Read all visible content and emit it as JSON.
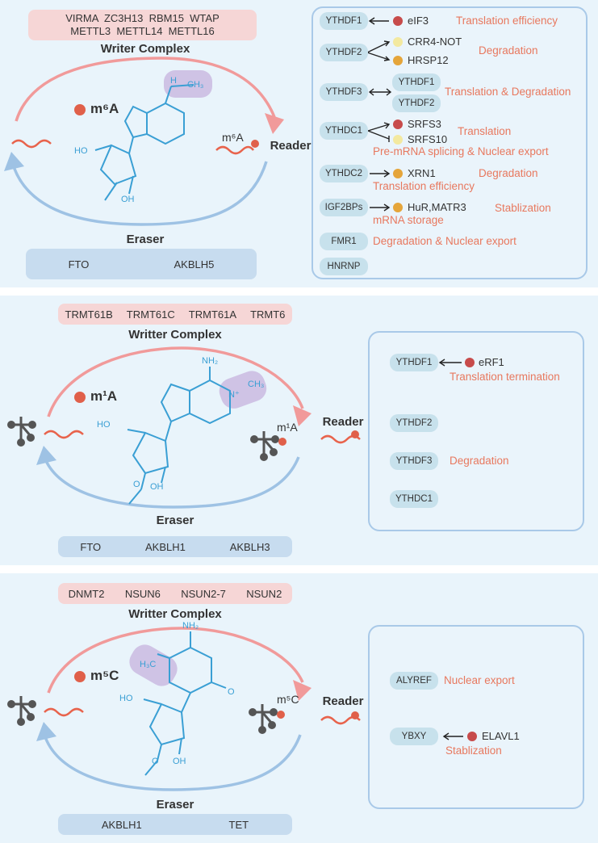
{
  "colors": {
    "writer": "#f6d6d6",
    "eraser": "#c7dcef",
    "reader_border": "#a9c9e8",
    "function_text": "#e8785e",
    "structure": "#3a9fd4",
    "arc_red": "#f19a9a",
    "arc_blue": "#9ec2e4"
  },
  "panels": [
    {
      "id": "m6a",
      "writer_enzymes_row1": "VIRMA  ZC3H13  RBM15  WTAP",
      "writer_enzymes_row2": "METTL3  METTL14  METTL16",
      "writer_label": "Writer Complex",
      "modification": "m⁶A",
      "modified_rna_label": "m⁶A",
      "reader_label": "Reader",
      "eraser_label": "Eraser",
      "eraser_enzymes": [
        "FTO",
        "AKBLH5"
      ],
      "structure_labels": {
        "h": "H",
        "ch3": "CH₃",
        "ho": "HO",
        "oh": "OH"
      },
      "readers": [
        {
          "name": "YTHDF1",
          "partners": [
            "eIF3"
          ],
          "function": "Translation efficiency"
        },
        {
          "name": "YTHDF2",
          "partners": [
            "CRR4-NOT",
            "HRSP12"
          ],
          "function": "Degradation"
        },
        {
          "name": "YTHDF3",
          "partners": [
            "YTHDF1",
            "YTHDF2"
          ],
          "function": "Translation & Degradation"
        },
        {
          "name": "YTHDC1",
          "partners": [
            "SRFS3",
            "SRFS10"
          ],
          "function": "Translation",
          "function2": "Pre-mRNA splicing & Nuclear export"
        },
        {
          "name": "YTHDC2",
          "partners": [
            "XRN1"
          ],
          "function": "Degradation",
          "function2": "Translation efficiency"
        },
        {
          "name": "IGF2BPs",
          "partners": [
            "HuR,MATR3"
          ],
          "function": "Stablization",
          "function2": "mRNA storage"
        },
        {
          "name": "FMR1",
          "function": "Degradation & Nuclear export"
        },
        {
          "name": "HNRNP"
        }
      ]
    },
    {
      "id": "m1a",
      "writer_enzymes": [
        "TRMT61B",
        "TRMT61C",
        "TRMT61A",
        "TRMT6"
      ],
      "writer_label": "Writter Complex",
      "modification": "m¹A",
      "modified_rna_label": "m¹A",
      "reader_label": "Reader",
      "eraser_label": "Eraser",
      "eraser_enzymes": [
        "FTO",
        "AKBLH1",
        "AKBLH3"
      ],
      "structure_labels": {
        "nh2": "NH₂",
        "ch3": "CH₃",
        "n_plus": "N⁺",
        "ho": "HO",
        "o": "O",
        "oh": "OH"
      },
      "readers": [
        {
          "name": "YTHDF1",
          "partners": [
            "eRF1"
          ],
          "function": "Translation termination"
        },
        {
          "name": "YTHDF2"
        },
        {
          "name": "YTHDF3",
          "function": "Degradation"
        },
        {
          "name": "YTHDC1"
        }
      ]
    },
    {
      "id": "m5c",
      "writer_enzymes": [
        "DNMT2",
        "NSUN6",
        "NSUN2-7",
        "NSUN2"
      ],
      "writer_label": "Writter Complex",
      "modification": "m⁵C",
      "modified_rna_label": "m⁵C",
      "reader_label": "Reader",
      "eraser_label": "Eraser",
      "eraser_enzymes": [
        "AKBLH1",
        "TET"
      ],
      "structure_labels": {
        "nh2": "NH₂",
        "h3c": "H₃C",
        "o": "O",
        "ho": "HO",
        "o2": "O",
        "oh": "OH"
      },
      "readers": [
        {
          "name": "ALYREF",
          "function": "Nuclear export"
        },
        {
          "name": "YBXY",
          "partners": [
            "ELAVL1"
          ],
          "function": "Stablization"
        }
      ]
    }
  ]
}
